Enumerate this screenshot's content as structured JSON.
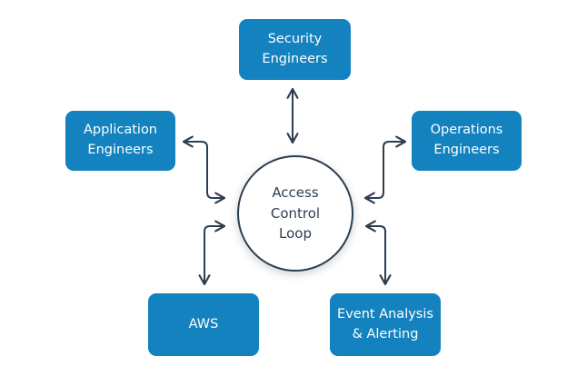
{
  "diagram": {
    "center": {
      "label": "Access Control Loop"
    },
    "nodes": [
      {
        "id": "security-engineers",
        "label": "Security Engineers"
      },
      {
        "id": "application-engineers",
        "label": "Application Engineers"
      },
      {
        "id": "operations-engineers",
        "label": "Operations Engineers"
      },
      {
        "id": "aws",
        "label": "AWS"
      },
      {
        "id": "event-analysis-alerting",
        "label": "Event Analysis & Alerting"
      }
    ],
    "colors": {
      "node_fill": "#1382be",
      "node_text": "#ffffff",
      "stroke": "#2d3e50",
      "background": "#ffffff"
    }
  }
}
